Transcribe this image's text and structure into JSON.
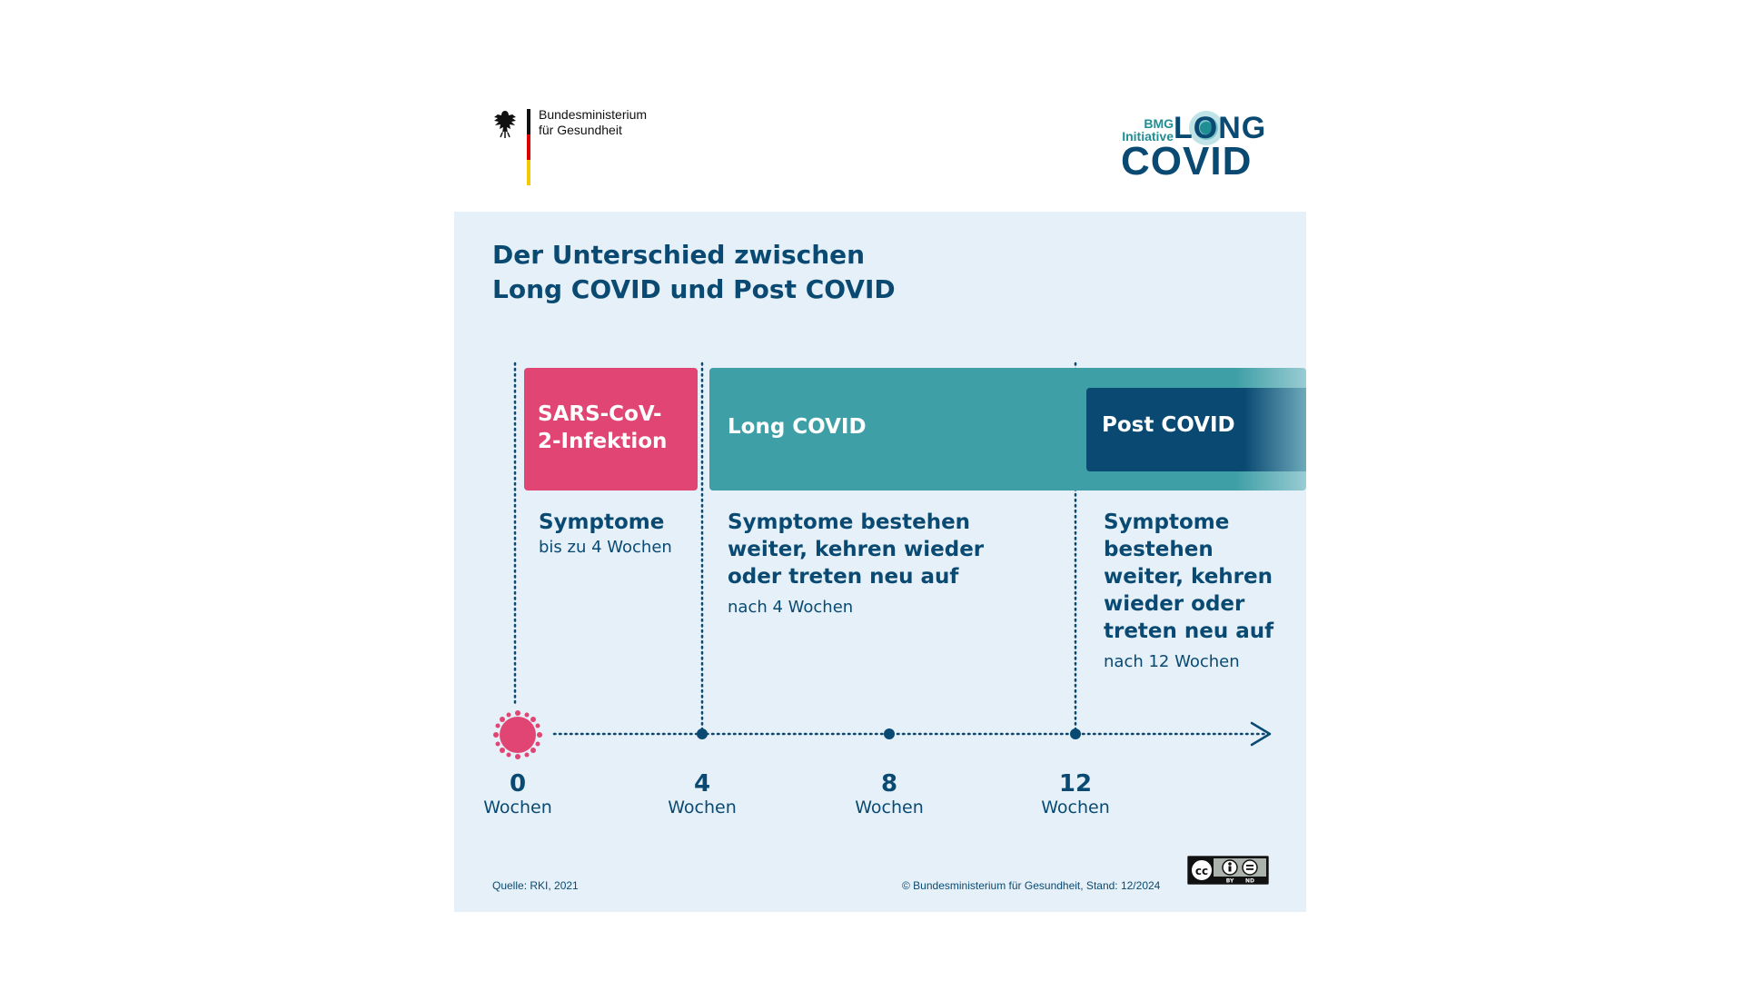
{
  "header": {
    "ministry_line1": "Bundesministerium",
    "ministry_line2": "für Gesundheit",
    "initiative_line1": "BMG",
    "initiative_line2": "Initiative",
    "initiative_long": "LONG",
    "initiative_covid": "COVID"
  },
  "title": {
    "line1": "Der Unterschied zwischen",
    "line2": "Long COVID und Post COVID"
  },
  "phases": {
    "infektion_label": "SARS-CoV-2-Infektion",
    "long_label": "Long COVID",
    "post_label": "Post COVID"
  },
  "descriptions": {
    "infektion_title": "Symptome",
    "infektion_sub": "bis zu 4 Wochen",
    "long_title": "Symptome bestehen weiter, kehren wieder oder treten neu auf",
    "long_sub": "nach 4 Wochen",
    "post_title": "Symptome bestehen weiter, kehren wieder oder treten neu auf",
    "post_sub": "nach 12 Wochen"
  },
  "timeline": {
    "ticks": [
      {
        "value": "0",
        "unit": "Wochen"
      },
      {
        "value": "4",
        "unit": "Wochen"
      },
      {
        "value": "8",
        "unit": "Wochen"
      },
      {
        "value": "12",
        "unit": "Wochen"
      }
    ]
  },
  "footer": {
    "source": "Quelle: RKI, 2021",
    "copyright": "© Bundesministerium für Gesundheit, Stand: 12/2024",
    "license_badge": "cc by nd"
  },
  "colors": {
    "navy": "#0a4a72",
    "pink": "#e04573",
    "teal": "#3f9fa6",
    "panel": "#e5f0f8"
  }
}
